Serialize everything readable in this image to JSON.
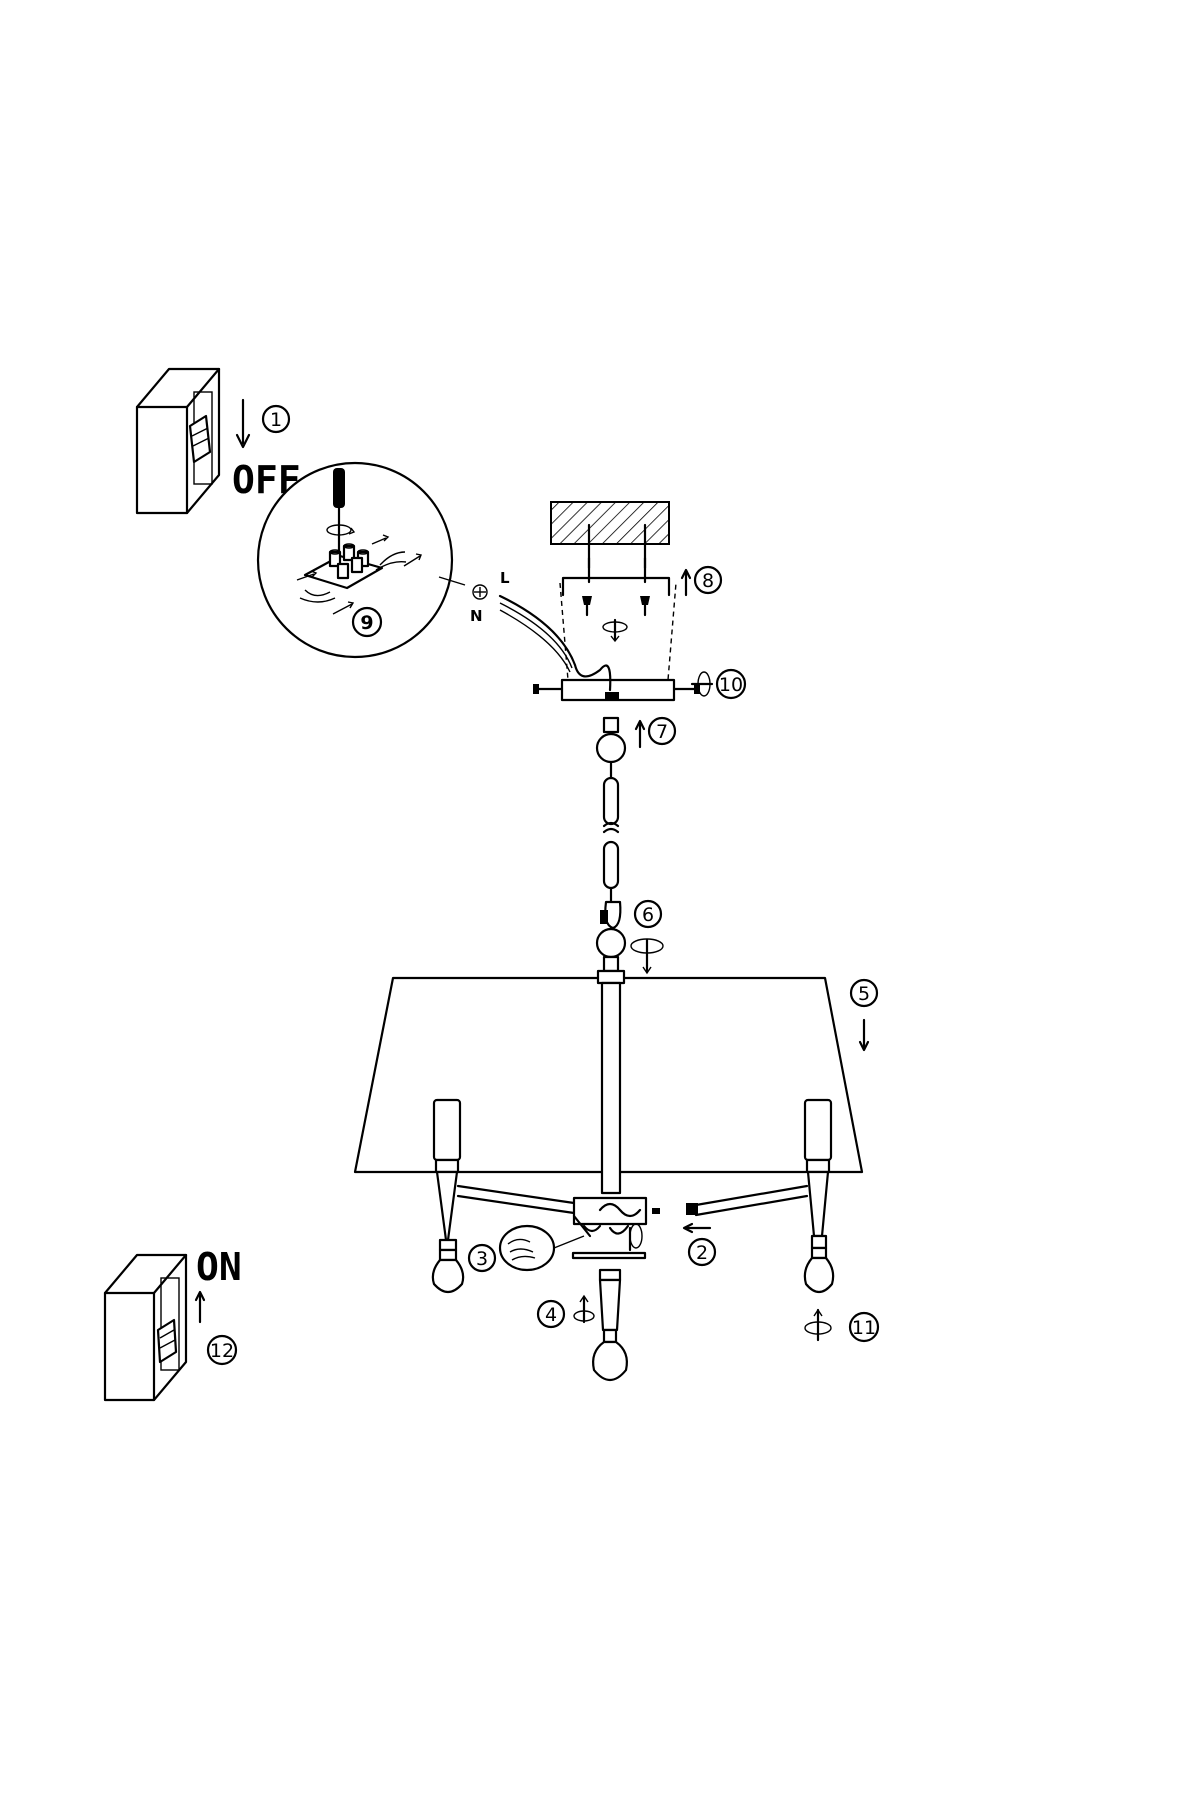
{
  "switch_off": {
    "label": "OFF"
  },
  "switch_on": {
    "label": "ON"
  },
  "wires": {
    "live": "L",
    "neutral": "N"
  },
  "steps": [
    "1",
    "2",
    "3",
    "4",
    "5",
    "6",
    "7",
    "8",
    "9",
    "10",
    "11",
    "12"
  ],
  "colors": {
    "ink": "#000000",
    "paper": "#ffffff"
  }
}
